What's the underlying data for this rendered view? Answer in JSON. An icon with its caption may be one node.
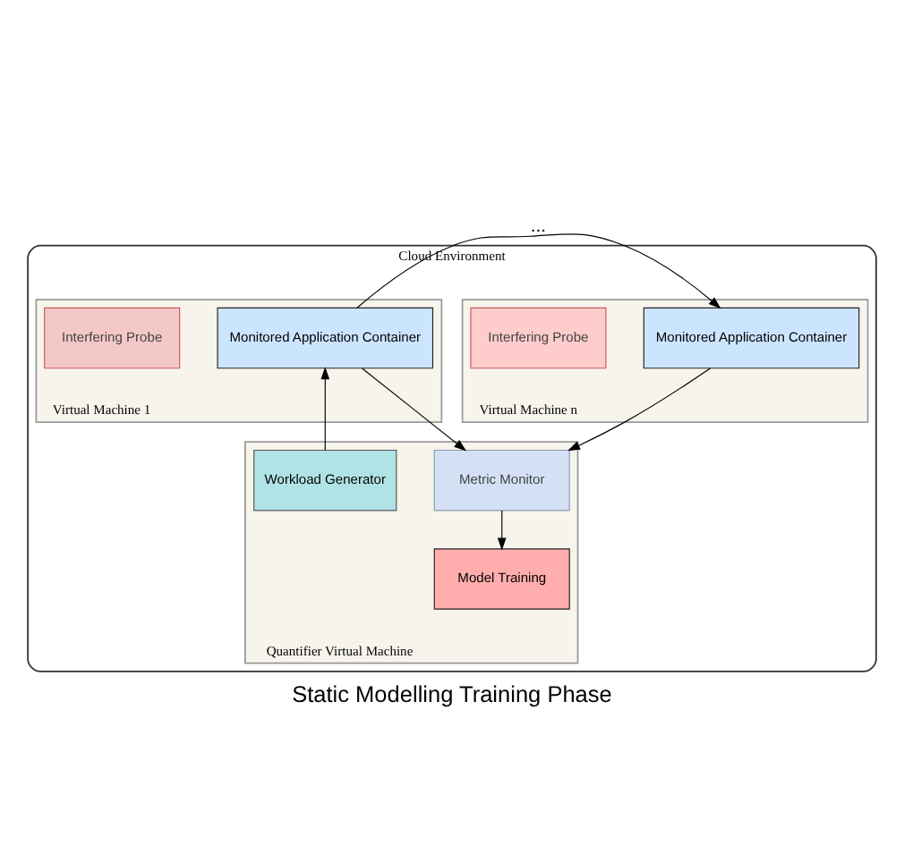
{
  "diagram": {
    "title": "Static Modelling Training Phase",
    "nodes": [
      {
        "text": [
          "Cloud Environment"
        ]
      },
      {
        "text": [
          "Virtual Machine n"
        ],
        "in": 0
      },
      {
        "text": [
          "Monitored Application Container"
        ],
        "in": 1
      },
      {
        "text": [
          "Interfering Probe"
        ],
        "in": 1
      },
      {
        "text": [
          "Virtual Machine 1"
        ],
        "in": 0
      },
      {
        "text": [
          "Monitored Application Container"
        ],
        "in": 4
      },
      {
        "text": [
          "Interfering Probe"
        ],
        "in": 4
      },
      {
        "text": [
          "Quantifier Virtual Machine"
        ],
        "in": 0
      },
      {
        "text": [
          "Metric Monitor"
        ],
        "in": 7
      },
      {
        "text": [
          "Workload Generator"
        ],
        "in": 7
      },
      {
        "text": [
          "Model Training"
        ],
        "in": 7
      }
    ],
    "edges": [
      {
        "from": 5,
        "to": 2,
        "arrow": "to",
        "label": "..."
      },
      {
        "from": 9,
        "to": 5,
        "arrow": "to"
      },
      {
        "from": 2,
        "to": 8,
        "arrow": "to"
      },
      {
        "from": 5,
        "to": 8,
        "arrow": "to"
      },
      {
        "from": 8,
        "to": 10,
        "arrow": "to"
      }
    ]
  }
}
